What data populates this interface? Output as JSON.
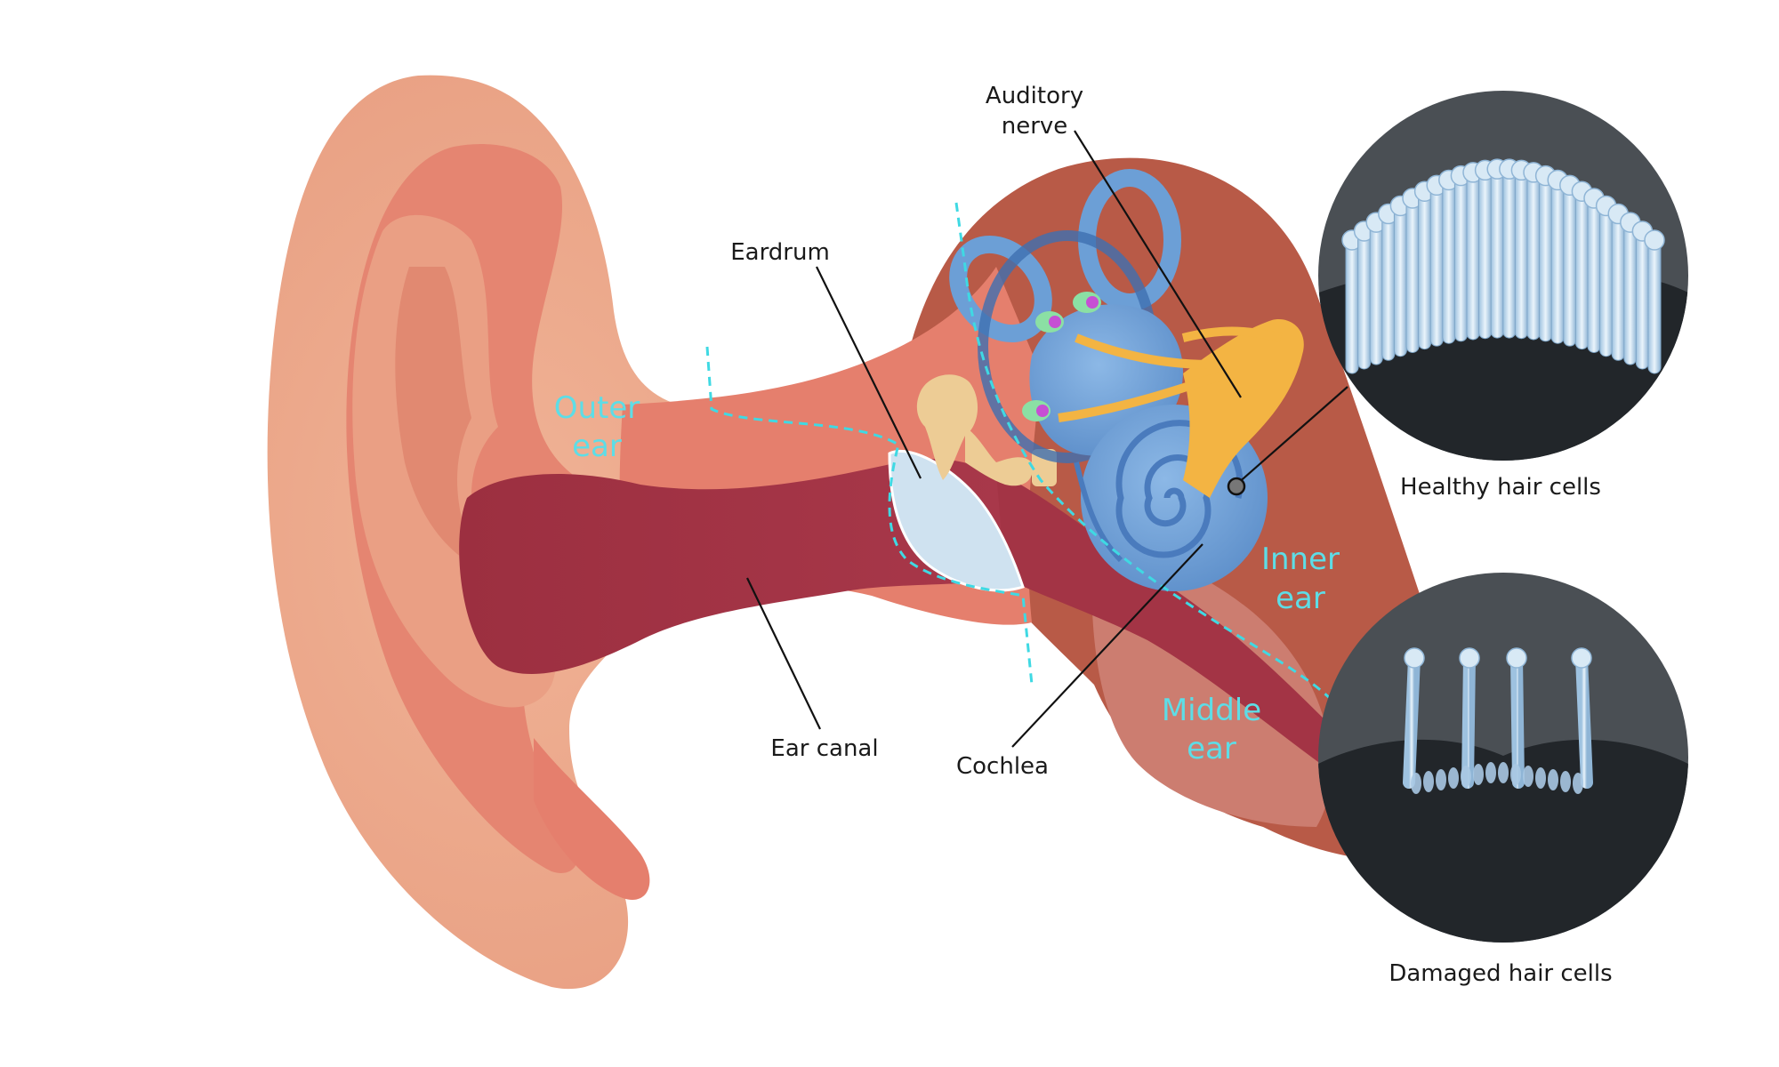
{
  "labels": {
    "auditory_nerve_line1": "Auditory",
    "auditory_nerve_line2": "nerve",
    "eardrum": "Eardrum",
    "ear_canal": "Ear canal",
    "cochlea": "Cochlea",
    "healthy_hair_cells": "Healthy hair cells",
    "damaged_hair_cells": "Damaged hair cells"
  },
  "zones": {
    "outer_line1": "Outer",
    "outer_line2": "ear",
    "inner_line1": "Inner",
    "inner_line2": "ear",
    "middle_line1": "Middle",
    "middle_line2": "ear"
  },
  "colors": {
    "zone_text": "#5ddde6",
    "dashed_boundary": "#3fd9e3",
    "outer_skin": "#eaa88a",
    "inner_skin": "#e57f6d",
    "canal": "#a33445",
    "cochlea": "#6c9fd6",
    "nerve": "#f3b443",
    "ossicles": "#edcc95",
    "circle_bg": "#4a4f54"
  },
  "insets": {
    "healthy_cell_count": 26,
    "damaged_standing_cells": 4
  }
}
